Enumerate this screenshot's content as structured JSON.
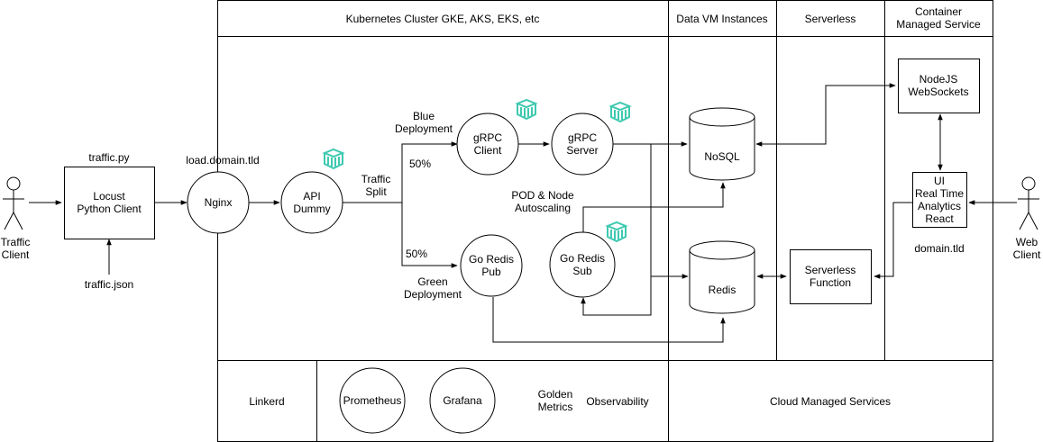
{
  "headers": {
    "kubernetes": "Kubernetes Cluster GKE, AKS, EKS, etc",
    "data_vm": "Data VM Instances",
    "serverless": "Serverless",
    "container": "Container\nManaged Service"
  },
  "actors": {
    "traffic_client": "Traffic\nClient",
    "web_client": "Web\nClient"
  },
  "labels": {
    "traffic_py": "traffic.py",
    "traffic_json": "traffic.json",
    "load_domain": "load.domain.tld",
    "traffic_split": "Traffic\nSplit",
    "blue_deployment": "Blue\nDeployment",
    "green_deployment": "Green\nDeployment",
    "pct_blue": "50%",
    "pct_green": "50%",
    "autoscaling": "POD & Node\nAutoscaling",
    "domain": "domain.tld",
    "golden_metrics": "Golden\nMetrics",
    "observability": "Observability",
    "linkerd": "Linkerd",
    "cloud_managed": "Cloud Managed Services"
  },
  "nodes": {
    "locust": "Locust\nPython Client",
    "nginx": "Nginx",
    "api_dummy": "API\nDummy",
    "grpc_client": "gRPC\nClient",
    "grpc_server": "gRPC\nServer",
    "go_redis_pub": "Go Redis\nPub",
    "go_redis_sub": "Go Redis\nSub",
    "nosql": "NoSQL",
    "redis": "Redis",
    "serverless_function": "Serverless\nFunction",
    "nodejs": "NodeJS\nWebSockets",
    "ui": "UI\nReal Time\nAnalytics\nReact",
    "prometheus": "Prometheus",
    "grafana": "Grafana"
  },
  "icon_name": "kubernetes-pod-icon",
  "colors": {
    "icon": "#3ec9b0",
    "stroke": "#000000",
    "background": "#ffffff"
  }
}
